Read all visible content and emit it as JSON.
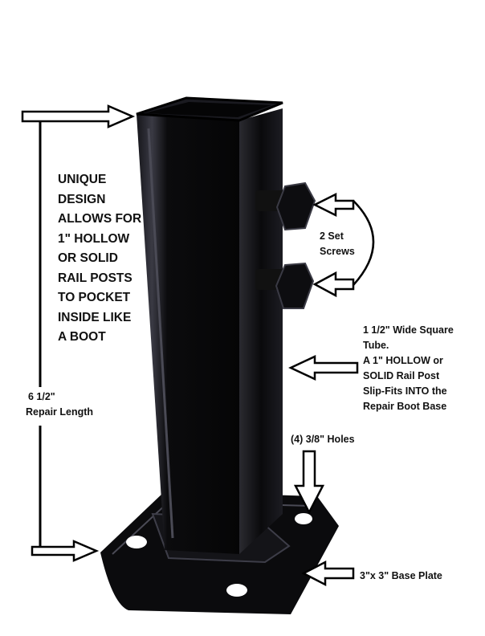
{
  "annotations": {
    "design_note": [
      "UNIQUE",
      "DESIGN",
      "ALLOWS FOR",
      "1\" HOLLOW",
      "OR SOLID",
      "RAIL POSTS",
      "TO POCKET",
      "INSIDE LIKE",
      "A BOOT"
    ],
    "set_screws": [
      "2 Set",
      "Screws"
    ],
    "length": [
      "6 1/2\"",
      "Repair Length"
    ],
    "tube_note": [
      "1 1/2\" Wide Square",
      "Tube.",
      "A 1\" HOLLOW or",
      "SOLID Rail Post",
      "Slip-Fits INTO the",
      "Repair Boot Base"
    ],
    "holes": "(4) 3/8\" Holes",
    "base_plate": "3\"x 3\" Base Plate"
  },
  "colors": {
    "product": "#0b0b0d",
    "text": "#111111",
    "highlight": "#5a5a66"
  }
}
